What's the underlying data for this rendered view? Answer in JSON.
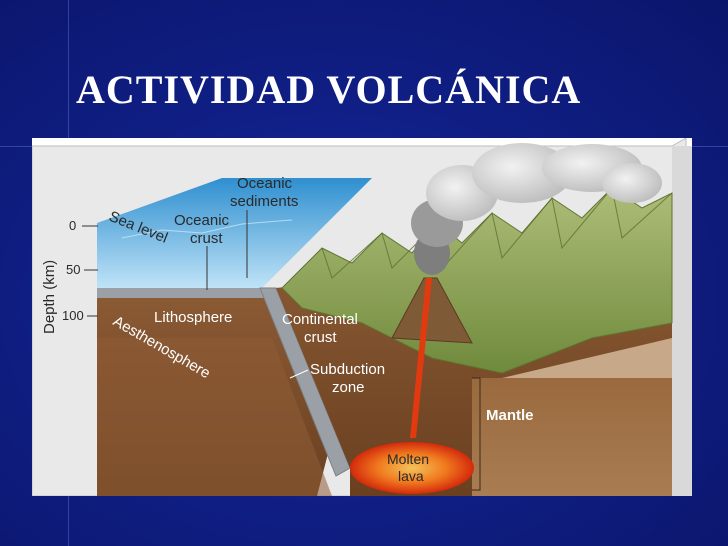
{
  "slide": {
    "title": "ACTIVIDAD VOLCÁNICA"
  },
  "diagram": {
    "axis_label": "Depth (km)",
    "depth_ticks": [
      "0",
      "50",
      "100"
    ],
    "labels": {
      "oceanic_sediments_1": "Oceanic",
      "oceanic_sediments_2": "sediments",
      "oceanic_crust_1": "Oceanic",
      "oceanic_crust_2": "crust",
      "sea_level": "Sea level",
      "lithosphere": "Lithosphere",
      "aesthenosphere": "Aesthenosphere",
      "continental_crust_1": "Continental",
      "continental_crust_2": "crust",
      "subduction_zone_1": "Subduction",
      "subduction_zone_2": "zone",
      "mantle": "Mantle",
      "molten_lava_1": "Molten",
      "molten_lava_2": "lava"
    }
  },
  "colors": {
    "background": "#101f86",
    "ocean": "#4aa6dd",
    "crust_brown": "#7a4a26",
    "mountain_green": "#8fa85a",
    "lava": "#e23a10"
  }
}
